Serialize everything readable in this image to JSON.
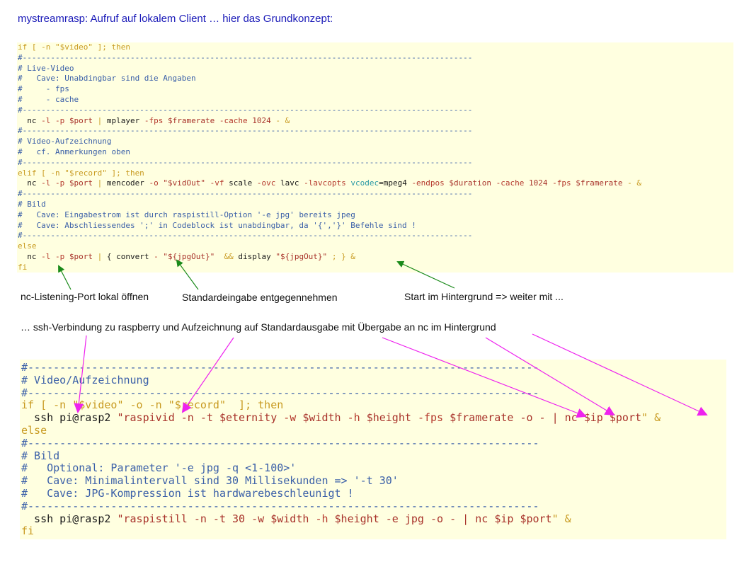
{
  "title": "mystreamrasp: Aufruf auf lokalem Client … hier das Grundkonzept:",
  "code_block_1": {
    "lines": [
      [
        {
          "t": "if [ -n \"$video\" ]; then",
          "c": "kw"
        }
      ],
      [
        {
          "t": "#------------------------------------------------------------------------------------------------",
          "c": "cmt"
        }
      ],
      [
        {
          "t": "# Live-Video",
          "c": "cmt"
        }
      ],
      [
        {
          "t": "#   Cave: Unabdingbar sind die Angaben",
          "c": "cmt"
        }
      ],
      [
        {
          "t": "#     - fps",
          "c": "cmt"
        }
      ],
      [
        {
          "t": "#     - cache",
          "c": "cmt"
        }
      ],
      [
        {
          "t": "#------------------------------------------------------------------------------------------------",
          "c": "cmt"
        }
      ],
      [
        {
          "t": "  nc ",
          "c": "cmd"
        },
        {
          "t": "-l -p ",
          "c": "opt"
        },
        {
          "t": "$port",
          "c": "var"
        },
        {
          "t": " | ",
          "c": "op"
        },
        {
          "t": "mplayer ",
          "c": "cmd"
        },
        {
          "t": "-fps ",
          "c": "opt"
        },
        {
          "t": "$framerate ",
          "c": "var"
        },
        {
          "t": "-cache ",
          "c": "opt"
        },
        {
          "t": "1024 ",
          "c": "num"
        },
        {
          "t": "- &",
          "c": "op"
        }
      ],
      [
        {
          "t": "#------------------------------------------------------------------------------------------------",
          "c": "cmt"
        }
      ],
      [
        {
          "t": "# Video-Aufzeichnung",
          "c": "cmt"
        }
      ],
      [
        {
          "t": "#   cf. Anmerkungen oben",
          "c": "cmt"
        }
      ],
      [
        {
          "t": "#------------------------------------------------------------------------------------------------",
          "c": "cmt"
        }
      ],
      [
        {
          "t": "elif [ -n \"$record\" ]; then",
          "c": "kw"
        }
      ],
      [
        {
          "t": "  nc ",
          "c": "cmd"
        },
        {
          "t": "-l -p ",
          "c": "opt"
        },
        {
          "t": "$port",
          "c": "var"
        },
        {
          "t": " | ",
          "c": "op"
        },
        {
          "t": "mencoder ",
          "c": "cmd"
        },
        {
          "t": "-o ",
          "c": "opt"
        },
        {
          "t": "\"$vidOut\" ",
          "c": "str"
        },
        {
          "t": "-vf ",
          "c": "opt"
        },
        {
          "t": "scale ",
          "c": "cmd"
        },
        {
          "t": "-ovc ",
          "c": "opt"
        },
        {
          "t": "lavc ",
          "c": "cmd"
        },
        {
          "t": "-lavcopts ",
          "c": "opt"
        },
        {
          "t": "vcodec",
          "c": "cy"
        },
        {
          "t": "=mpeg4 ",
          "c": "cmd"
        },
        {
          "t": "-endpos ",
          "c": "opt"
        },
        {
          "t": "$duration ",
          "c": "var"
        },
        {
          "t": "-cache ",
          "c": "opt"
        },
        {
          "t": "1024 ",
          "c": "num"
        },
        {
          "t": "-fps ",
          "c": "opt"
        },
        {
          "t": "$framerate ",
          "c": "var"
        },
        {
          "t": "- &",
          "c": "op"
        }
      ],
      [
        {
          "t": "#------------------------------------------------------------------------------------------------",
          "c": "cmt"
        }
      ],
      [
        {
          "t": "# Bild",
          "c": "cmt"
        }
      ],
      [
        {
          "t": "#   Cave: Eingabestrom ist durch raspistill-Option '-e jpg' bereits jpeg",
          "c": "cmt"
        }
      ],
      [
        {
          "t": "#   Cave: Abschliessendes ';' in Codeblock ist unabdingbar, da '{','}' Befehle sind !",
          "c": "cmt"
        }
      ],
      [
        {
          "t": "#------------------------------------------------------------------------------------------------",
          "c": "cmt"
        }
      ],
      [
        {
          "t": "else",
          "c": "kw"
        }
      ],
      [
        {
          "t": "  nc ",
          "c": "cmd"
        },
        {
          "t": "-l -p ",
          "c": "opt"
        },
        {
          "t": "$port",
          "c": "var"
        },
        {
          "t": " | ",
          "c": "op"
        },
        {
          "t": "{ convert ",
          "c": "cmd"
        },
        {
          "t": "- ",
          "c": "opt"
        },
        {
          "t": "\"${jpgOut}\" ",
          "c": "str"
        },
        {
          "t": " && ",
          "c": "op"
        },
        {
          "t": "display ",
          "c": "cmd"
        },
        {
          "t": "\"${jpgOut}\" ",
          "c": "str"
        },
        {
          "t": "; } &",
          "c": "op"
        }
      ],
      [
        {
          "t": "fi",
          "c": "kw"
        }
      ]
    ]
  },
  "annotations_top": {
    "nc_port": "nc-Listening-Port lokal öffnen",
    "stdin": "Standardeingabe entgegennehmen",
    "background": "Start im Hintergrund => weiter mit ..."
  },
  "annotation_middle": "… ssh-Verbindung zu raspberry und Aufzeichnung auf Standardausgabe mit Übergabe an nc im Hintergrund",
  "code_block_2": {
    "lines": [
      [
        {
          "t": "#--------------------------------------------------------------------------------",
          "c": "cmt"
        }
      ],
      [
        {
          "t": "# Video/Aufzeichnung",
          "c": "cmt"
        }
      ],
      [
        {
          "t": "#--------------------------------------------------------------------------------",
          "c": "cmt"
        }
      ],
      [
        {
          "t": "if [ -n \"$video\" -o -n \"$record\"  ]; then",
          "c": "kw"
        }
      ],
      [
        {
          "t": "  ssh pi@rasp2 ",
          "c": "cmd"
        },
        {
          "t": "\"raspivid -n -t ",
          "c": "str"
        },
        {
          "t": "$eternity ",
          "c": "var"
        },
        {
          "t": "-w ",
          "c": "opt"
        },
        {
          "t": "$width ",
          "c": "var"
        },
        {
          "t": "-h ",
          "c": "opt"
        },
        {
          "t": "$height ",
          "c": "var"
        },
        {
          "t": "-fps ",
          "c": "opt"
        },
        {
          "t": "$framerate ",
          "c": "var"
        },
        {
          "t": "-o - | nc ",
          "c": "str"
        },
        {
          "t": "$ip ",
          "c": "var"
        },
        {
          "t": "$port",
          "c": "var"
        },
        {
          "t": "\" &",
          "c": "kw"
        }
      ],
      [
        {
          "t": "else",
          "c": "kw"
        }
      ],
      [
        {
          "t": "#--------------------------------------------------------------------------------",
          "c": "cmt"
        }
      ],
      [
        {
          "t": "# Bild",
          "c": "cmt"
        }
      ],
      [
        {
          "t": "#   Optional: Parameter '-e jpg -q <1-100>'",
          "c": "cmt"
        }
      ],
      [
        {
          "t": "#   Cave: Minimalintervall sind 30 Millisekunden => '-t 30'",
          "c": "cmt"
        }
      ],
      [
        {
          "t": "#   Cave: JPG-Kompression ist hardwarebeschleunigt !",
          "c": "cmt"
        }
      ],
      [
        {
          "t": "#--------------------------------------------------------------------------------",
          "c": "cmt"
        }
      ],
      [
        {
          "t": "  ssh pi@rasp2 ",
          "c": "cmd"
        },
        {
          "t": "\"raspistill -n -t 30 -w ",
          "c": "str"
        },
        {
          "t": "$width ",
          "c": "var"
        },
        {
          "t": "-h ",
          "c": "opt"
        },
        {
          "t": "$height ",
          "c": "var"
        },
        {
          "t": "-e jpg -o - | nc ",
          "c": "str"
        },
        {
          "t": "$ip ",
          "c": "var"
        },
        {
          "t": "$port",
          "c": "var"
        },
        {
          "t": "\" &",
          "c": "kw"
        }
      ],
      [
        {
          "t": "fi",
          "c": "kw"
        }
      ]
    ]
  },
  "colors": {
    "code_bg": "#ffffe0",
    "title": "#1a1ab8",
    "arrow_green": "#1a8a1a",
    "arrow_magenta": "#ee22ee"
  }
}
